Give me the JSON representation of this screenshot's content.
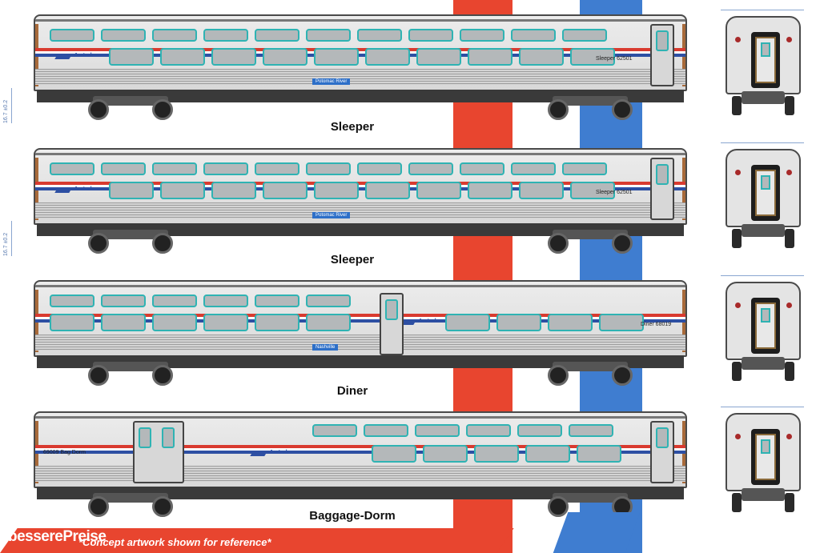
{
  "colors": {
    "stripe_red": "#e8452f",
    "stripe_blue": "#3f7dd0",
    "band_red": "#d93a2f",
    "band_blue": "#2d4fa3",
    "window_trim": "#2fb3b3"
  },
  "dimension_note": "16.7 ±0.2",
  "cars": [
    {
      "label": "Sleeper",
      "number_text": "Sleeper 62501",
      "name_plate": "Potomac River",
      "logo_text": "Amtrak"
    },
    {
      "label": "Sleeper",
      "number_text": "Sleeper 62501",
      "name_plate": "Potomac River",
      "logo_text": "Amtrak"
    },
    {
      "label": "Diner",
      "number_text": "Diner 68019",
      "name_plate": "Nashville",
      "logo_text": "Amtrak"
    },
    {
      "label": "Baggage-Dorm",
      "number_text": "69009 Bag Dorm",
      "name_plate": "",
      "logo_text": "Amtrak"
    }
  ],
  "footer": {
    "watermark_a": "bessere",
    "watermark_b": "Preise",
    "note": "*Concept artwork shown for reference*"
  }
}
